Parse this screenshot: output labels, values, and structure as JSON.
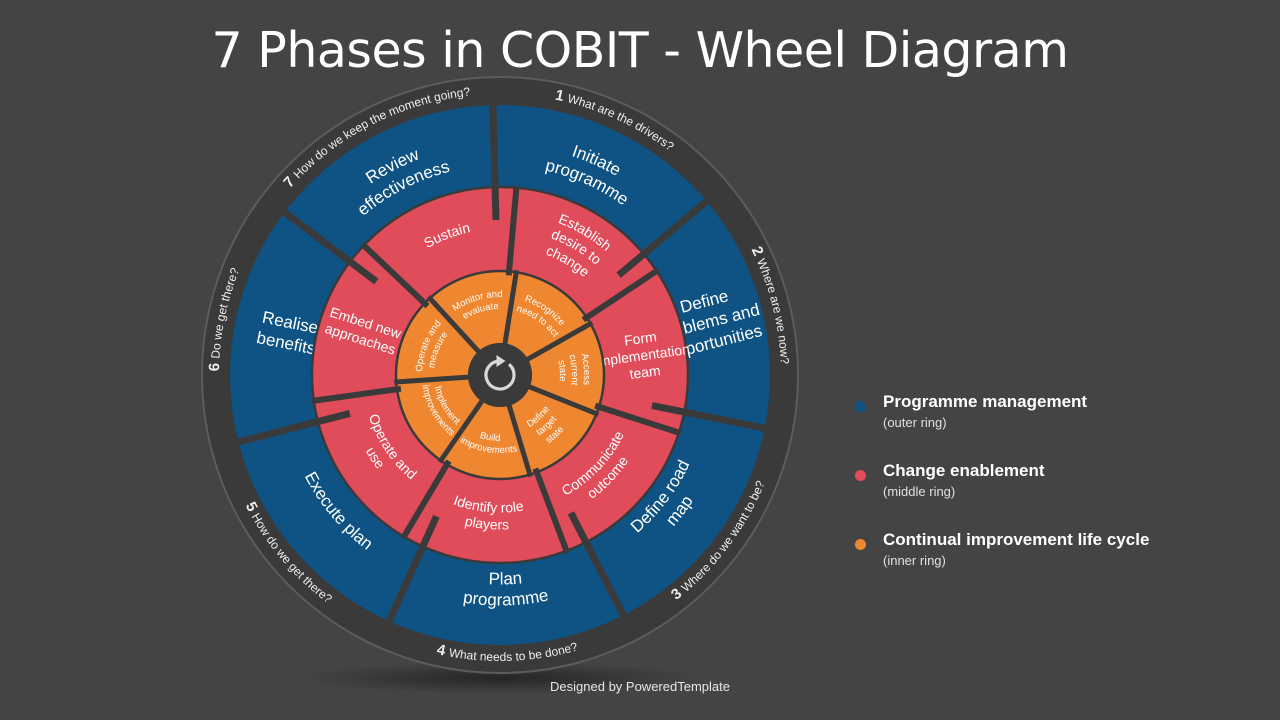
{
  "title": "7 Phases in COBIT - Wheel Diagram",
  "colors": {
    "background": "#444444",
    "rim": "#3a3a3a",
    "rim_border": "#5c5c5c",
    "outer": "#0e5384",
    "middle": "#e04c5a",
    "inner": "#ef8731",
    "hub": "#3a3a3a"
  },
  "hub_icon": "refresh-cycle-icon",
  "phases": [
    {
      "number": "1",
      "question": "What are the drivers?",
      "outer": "Initiate programme",
      "middle": "Establish desire to change",
      "inner": "Recognize need to act"
    },
    {
      "number": "2",
      "question": "Where are we now?",
      "outer": "Define problems and opportunities",
      "middle": "Form implementation team",
      "inner": "Access current state"
    },
    {
      "number": "3",
      "question": "Where do we want to be?",
      "outer": "Define road map",
      "middle": "Communicate outcome",
      "inner": "Define target state"
    },
    {
      "number": "4",
      "question": "What needs to be done?",
      "outer": "Plan programme",
      "middle": "Identify role players",
      "inner": "Build improvements"
    },
    {
      "number": "5",
      "question": "How do we get there?",
      "outer": "Execute plan",
      "middle": "Operate and use",
      "inner": "Implement improvements"
    },
    {
      "number": "6",
      "question": "Do we get there?",
      "outer": "Realise benefits",
      "middle": "Embed new approaches",
      "inner": "Operate and measure"
    },
    {
      "number": "7",
      "question": "How do we keep the moment going?",
      "outer": "Review effectiveness",
      "middle": "Sustain",
      "inner": "Monitor and evaluate"
    }
  ],
  "legend": [
    {
      "title": "Programme management",
      "subtitle": "(outer ring)",
      "color": "#0e5384"
    },
    {
      "title": "Change enablement",
      "subtitle": "(middle ring)",
      "color": "#e04c5a"
    },
    {
      "title": "Continual improvement life cycle",
      "subtitle": "(inner ring)",
      "color": "#ef8731"
    }
  ],
  "credit": "Designed by PoweredTemplate"
}
